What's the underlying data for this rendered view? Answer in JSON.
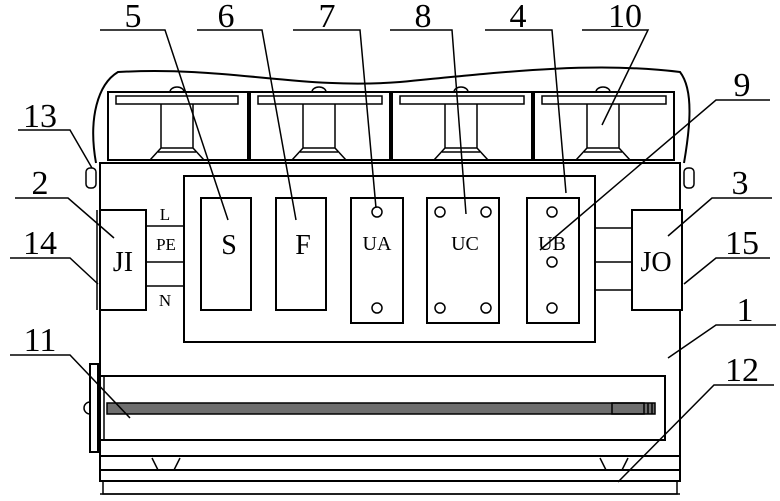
{
  "callouts": {
    "n1": "1",
    "n2": "2",
    "n3": "3",
    "n4": "4",
    "n5": "5",
    "n6": "6",
    "n7": "7",
    "n8": "8",
    "n9": "9",
    "n10": "10",
    "n11": "11",
    "n12": "12",
    "n13": "13",
    "n14": "14",
    "n15": "15"
  },
  "components": {
    "input_terminal": "JI",
    "output_terminal": "JO",
    "switch": "S",
    "fuse": "F",
    "unit_a": "UA",
    "unit_c": "UC",
    "unit_b": "UB"
  },
  "wires": {
    "live": "L",
    "earth": "PE",
    "neutral": "N"
  }
}
